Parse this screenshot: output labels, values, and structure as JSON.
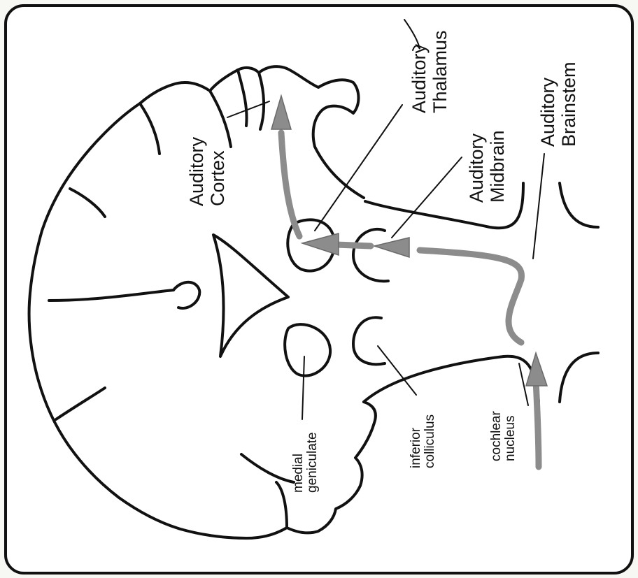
{
  "diagram": {
    "labels": {
      "auditory_cortex": [
        "Auditory",
        "Cortex"
      ],
      "auditory_thalamus": [
        "Auditory",
        "Thalamus"
      ],
      "auditory_midbrain": [
        "Auditory",
        "Midbrain"
      ],
      "auditory_brainstem": [
        "Auditory",
        "Brainstem"
      ],
      "medial_geniculate": [
        "medial",
        "geniculate"
      ],
      "inferior_colliculus": [
        "inferior",
        "colliculus"
      ],
      "cochlear_nucleus": [
        "cochlear",
        "nucleus"
      ]
    },
    "colors": {
      "outline": "#111111",
      "pathway": "#8c8c8c",
      "background": "#f7f7f4"
    }
  }
}
